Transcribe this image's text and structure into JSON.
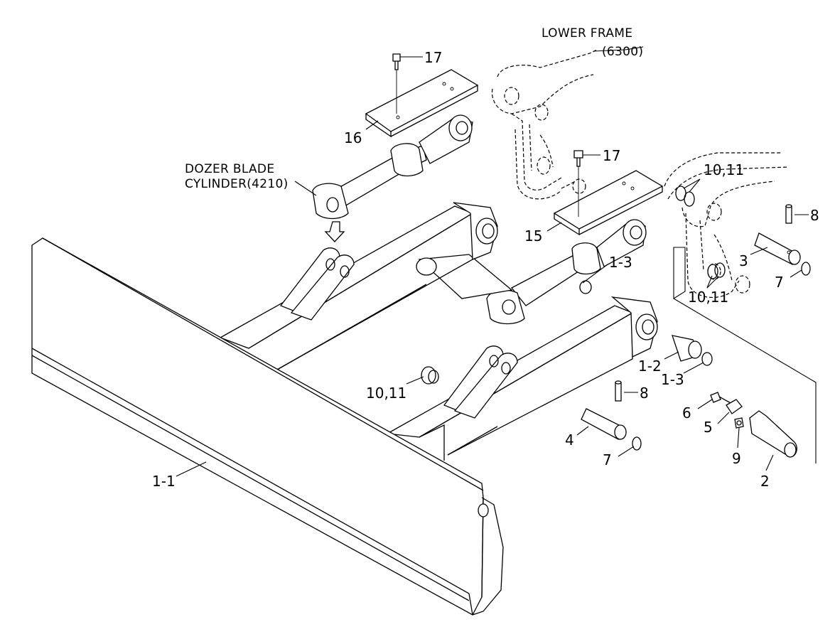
{
  "labels": {
    "lower_frame": "LOWER FRAME",
    "lower_frame_ref": "(6300)",
    "cylinder_line1": "DOZER BLADE",
    "cylinder_line2": "CYLINDER(4210)"
  },
  "callouts": {
    "c17a": "17",
    "c16": "16",
    "c17b": "17",
    "c10_11a": "10,11",
    "c8a": "8",
    "c15": "15",
    "c3": "3",
    "c1_3a": "1-3",
    "c7a": "7",
    "c10_11b": "10,11",
    "c1_2": "1-2",
    "c1_3b": "1-3",
    "c10_11c": "10,11",
    "c8b": "8",
    "c6": "6",
    "c5": "5",
    "c4": "4",
    "c9": "9",
    "c7b": "7",
    "c2": "2",
    "c1_1": "1-1"
  }
}
